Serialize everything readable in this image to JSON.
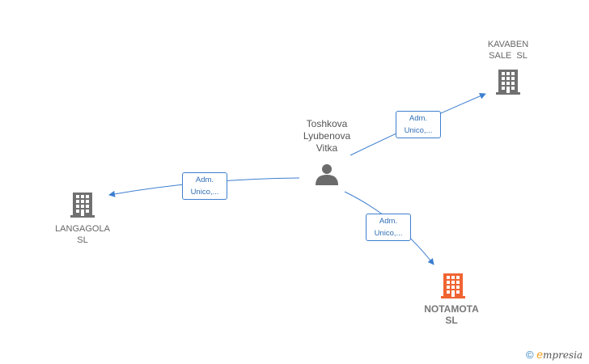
{
  "nodes": {
    "person": {
      "lines": [
        "Toshkova",
        "Lyubenova",
        "Vitka"
      ],
      "icon": "person-icon",
      "color": "#6b6b6b"
    },
    "kavaben": {
      "lines": [
        "KAVABEN",
        "SALE  SL"
      ],
      "icon": "building-icon",
      "color": "#707070"
    },
    "langagola": {
      "lines": [
        "LANGAGOLA",
        "SL"
      ],
      "icon": "building-icon",
      "color": "#707070"
    },
    "notamota": {
      "lines": [
        "NOTAMOTA",
        "SL"
      ],
      "icon": "building-icon",
      "color": "#f06432"
    }
  },
  "edges": [
    {
      "from": "person",
      "to": "kavaben",
      "label": [
        "Adm.",
        "Unico,..."
      ]
    },
    {
      "from": "person",
      "to": "langagola",
      "label": [
        "Adm.",
        "Unico,..."
      ]
    },
    {
      "from": "person",
      "to": "notamota",
      "label": [
        "Adm.",
        "Unico,..."
      ]
    }
  ],
  "colors": {
    "edge": "#3e7fd0"
  },
  "watermark": {
    "symbol": "©",
    "brand_initial": "e",
    "brand_rest": "mpresia"
  }
}
